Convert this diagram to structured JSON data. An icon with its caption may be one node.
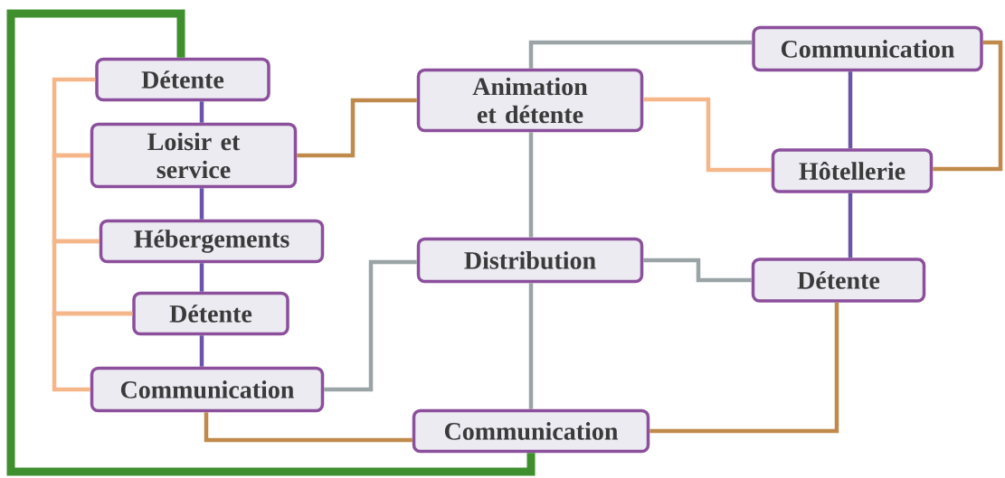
{
  "diagram": {
    "nodes": [
      {
        "text": [
          "Détente"
        ]
      },
      {
        "text": [
          "Loisir et service"
        ]
      },
      {
        "text": [
          "Hébergements"
        ]
      },
      {
        "text": [
          "Détente"
        ]
      },
      {
        "text": [
          "Communication"
        ]
      },
      {
        "text": [
          "Animation et détente"
        ]
      },
      {
        "text": [
          "Distribution"
        ]
      },
      {
        "text": [
          "Communication"
        ]
      },
      {
        "text": [
          "Communication"
        ]
      },
      {
        "text": [
          "Hôtellerie"
        ]
      },
      {
        "text": [
          "Détente"
        ]
      }
    ],
    "edges": [
      {
        "from": 0,
        "to": 1,
        "arrow": "none",
        "color": "#f5b68a"
      },
      {
        "from": 1,
        "to": 2,
        "arrow": "none",
        "color": "#f5b68a"
      },
      {
        "from": 2,
        "to": 3,
        "arrow": "none",
        "color": "#f5b68a"
      },
      {
        "from": 3,
        "to": 4,
        "arrow": "none",
        "color": "#f5b68a"
      },
      {
        "from": 0,
        "to": 1,
        "arrow": "none"
      },
      {
        "from": 1,
        "to": 2,
        "arrow": "none"
      },
      {
        "from": 2,
        "to": 3,
        "arrow": "none"
      },
      {
        "from": 3,
        "to": 4,
        "arrow": "none"
      },
      {
        "from": 1,
        "to": 5,
        "arrow": "none",
        "color": "#c08a4c"
      },
      {
        "from": 4,
        "to": 7,
        "arrow": "none",
        "color": "#c08a4c"
      },
      {
        "from": 7,
        "to": 10,
        "arrow": "none",
        "color": "#c08a4c"
      },
      {
        "from": 8,
        "to": 9,
        "arrow": "none",
        "color": "#c08a4c"
      },
      {
        "from": 4,
        "to": 6,
        "arrow": "none",
        "color": "#9aa3a6"
      },
      {
        "from": 5,
        "to": 8,
        "arrow": "none",
        "color": "#9aa3a6"
      },
      {
        "from": 5,
        "to": 6,
        "arrow": "none",
        "color": "#9aa3a6"
      },
      {
        "from": 6,
        "to": 7,
        "arrow": "none",
        "color": "#9aa3a6"
      },
      {
        "from": 6,
        "to": 10,
        "arrow": "none",
        "color": "#9aa3a6"
      },
      {
        "from": 5,
        "to": 9,
        "arrow": "none",
        "color": "#f5b68a"
      },
      {
        "from": 8,
        "to": 9,
        "arrow": "none"
      },
      {
        "from": 9,
        "to": 10,
        "arrow": "none"
      },
      {
        "from": 0,
        "to": 7,
        "arrow": "none",
        "style": "thick",
        "color": "#3f8f2e"
      }
    ]
  }
}
